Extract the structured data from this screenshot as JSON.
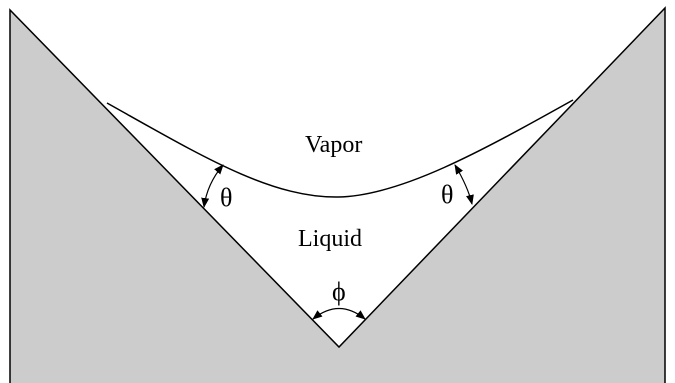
{
  "diagram": {
    "labels": {
      "vapor": "Vapor",
      "liquid": "Liquid",
      "contact_angle_left": "θ",
      "contact_angle_right": "θ",
      "wedge_angle": "ϕ"
    },
    "colors": {
      "solid_fill": "#cccccc",
      "stroke": "#000000",
      "background": "#ffffff"
    }
  }
}
